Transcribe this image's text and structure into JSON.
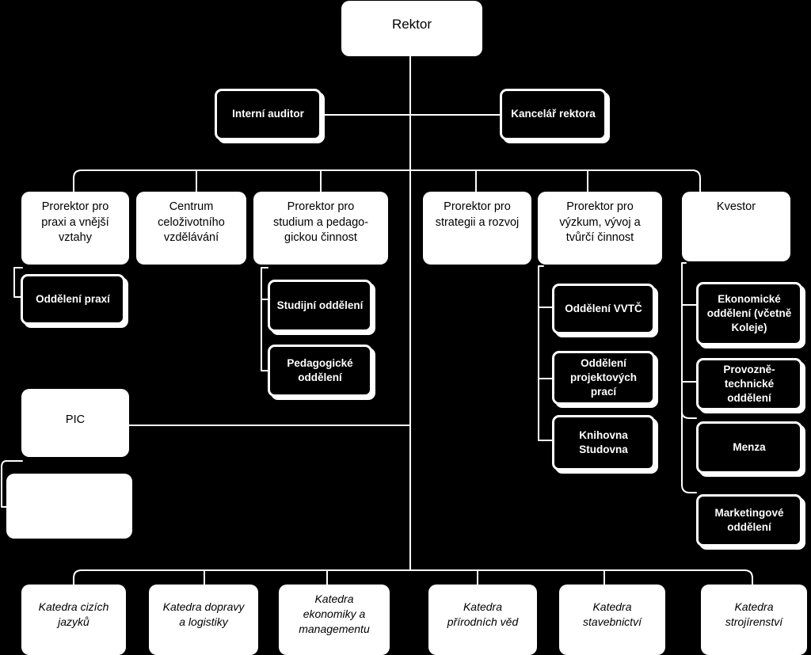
{
  "rektor": "Rektor",
  "staff": {
    "auditor": "Interní auditor",
    "office": "Kancelář rektora"
  },
  "units": {
    "prorector_practice": "Prorektor pro\npraxi a vnější\nvztahy",
    "lifelong_center": "Centrum\nceloživotního\nvzdělávání",
    "prorector_study": "Prorektor pro\nstudium a pedago-\ngickou činnost",
    "prorector_strategy": "Prorektor pro\nstrategii a rozvoj",
    "prorector_research": "Prorektor pro\nvýzkum, vývoj a\ntvůrčí činnost",
    "bursar": "Kvestor",
    "pic": "PIC"
  },
  "departments": {
    "practice_office": "Oddělení praxí",
    "study_office": "Studijní oddělení",
    "pedagogic_office": "Pedagogické\noddělení",
    "vvtc_office": "Oddělení VVTČ",
    "projects_office": "Oddělení\nprojektových prací",
    "library": "Knihovna\nStudovna",
    "economic_office": "Ekonomické\noddělení (včetně\nKoleje)",
    "technical_office": "Provozně-\ntechnické oddělení",
    "canteen": "Menza",
    "marketing_office": "Marketingové\noddělení"
  },
  "chairs": [
    "Katedra cizích\njazyků",
    "Katedra dopravy\na logistiky",
    "Katedra\nekonomiky a\nmanagementu",
    "Katedra\npřírodních věd",
    "Katedra\nstavebnictví",
    "Katedra\nstrojírenství"
  ]
}
